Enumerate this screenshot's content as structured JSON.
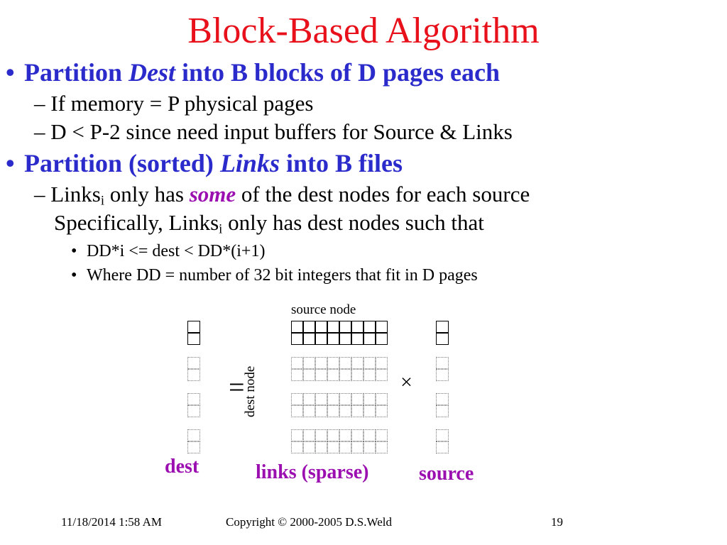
{
  "title": "Block-Based Algorithm",
  "bullet1": {
    "pre": "Partition ",
    "em": "Dest",
    "post": " into B blocks of D pages each"
  },
  "sub1": "– If memory = P physical pages",
  "sub2": "– D < P-2  since need input buffers for Source & Links",
  "bullet2": {
    "pre": "Partition (sorted) ",
    "em": "Links",
    "post": " into B files"
  },
  "sub3": {
    "pre": "– Links",
    "sub": "i",
    "mid": " only has ",
    "em": "some",
    "post": " of the dest nodes for each source"
  },
  "sub4": {
    "pre": "Specifically, Links",
    "sub": "i",
    "post": " only has dest nodes such that"
  },
  "sub5": "DD*i <= dest < DD*(i+1)",
  "sub6": "Where DD = number of 32 bit integers that fit in D pages",
  "diagram": {
    "source_node_label": "source node",
    "dest_node_label": "dest node",
    "equals": "=",
    "times": "×",
    "dest_label": "dest",
    "links_label": "links (sparse)",
    "source_label": "source"
  },
  "footer": {
    "date": "11/18/2014 1:58 AM",
    "copyright": "Copyright © 2000-2005 D.S.Weld",
    "page": "19"
  }
}
